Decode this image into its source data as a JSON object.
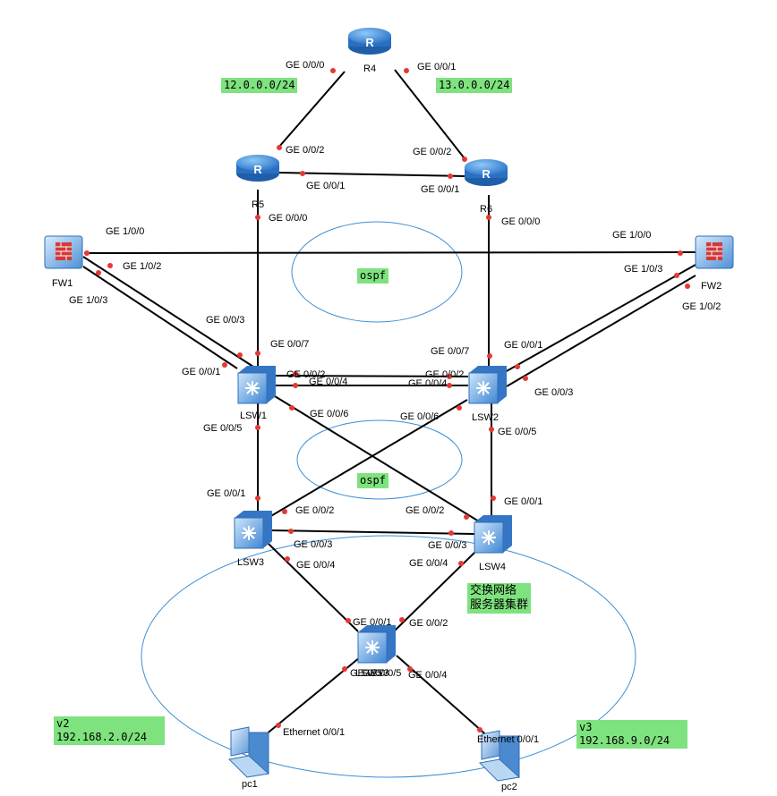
{
  "devices": {
    "R4": "R4",
    "R5": "R5",
    "R6": "R6",
    "FW1": "FW1",
    "FW2": "FW2",
    "LSW1": "LSW1",
    "LSW2": "LSW2",
    "LSW3": "LSW3",
    "LSW4": "LSW4",
    "LSW5": "LSW5",
    "pc1": "pc1",
    "pc2": "pc2"
  },
  "port_labels": {
    "r4_r5_a": "GE 0/0/0",
    "r4_r6_a": "GE 0/0/1",
    "r4_r5_b": "GE 0/0/2",
    "r4_r6_b": "GE 0/0/2",
    "r5_r6_a": "GE 0/0/1",
    "r5_r6_b": "GE 0/0/1",
    "r5_down": "GE 0/0/0",
    "r6_down": "GE 0/0/0",
    "fw1_fw2_a": "GE 1/0/0",
    "fw1_fw2_b": "GE 1/0/0",
    "fw1_lsw1_a": "GE 1/0/2",
    "fw1_lsw1_b": "GE 1/0/3",
    "fw2_lsw2_a": "GE 1/0/3",
    "fw2_lsw2_b": "GE 1/0/2",
    "lsw1_fw1_a": "GE 0/0/3",
    "lsw1_r5": "GE 0/0/7",
    "lsw1_fw1_b": "GE 0/0/1",
    "lsw1_lsw2_a": "GE 0/0/2",
    "lsw1_lsw2_b": "GE 0/0/4",
    "lsw1_lsw4": "GE 0/0/6",
    "lsw1_lsw3": "GE 0/0/5",
    "lsw2_r6": "GE 0/0/7",
    "lsw2_fw2_a": "GE 0/0/1",
    "lsw2_lsw1_a": "GE 0/0/2",
    "lsw2_lsw1_b": "GE 0/0/4",
    "lsw2_fw2_b": "GE 0/0/3",
    "lsw2_lsw3": "GE 0/0/6",
    "lsw2_lsw4": "GE 0/0/5",
    "lsw3_lsw1": "GE 0/0/1",
    "lsw3_lsw2": "GE 0/0/2",
    "lsw3_lsw4": "GE 0/0/3",
    "lsw3_lsw5": "GE 0/0/4",
    "lsw4_lsw1": "GE 0/0/2",
    "lsw4_lsw2": "GE 0/0/1",
    "lsw4_lsw3": "GE 0/0/3",
    "lsw4_lsw5": "GE 0/0/4",
    "lsw5_lsw3": "GE 0/0/1",
    "lsw5_lsw4": "GE 0/0/2",
    "lsw5_pc1": "GE 0/0/3",
    "lsw5_pc1_b": "GE 0/0/5",
    "lsw5_pc2": "GE 0/0/4",
    "pc1_port": "Ethernet 0/0/1",
    "pc2_port": "Ethernet 0/0/1"
  },
  "tags": {
    "net12": "12.0.0.0/24",
    "net13": "13.0.0.0/24",
    "ospf_top": "ospf",
    "ospf_mid": "ospf",
    "server": "交换网络\n服务器集群",
    "v2": "v2\n192.168.2.0/24",
    "v3": "v3\n192.168.9.0/24"
  },
  "colors": {
    "router_blue": "#2f7fd4",
    "switch_blue": "#4a90d9",
    "firewall_red": "#d23a3a",
    "port_dot": "#e53935",
    "ellipse": "#3a8fd6",
    "tag_green": "#7ee27e"
  }
}
